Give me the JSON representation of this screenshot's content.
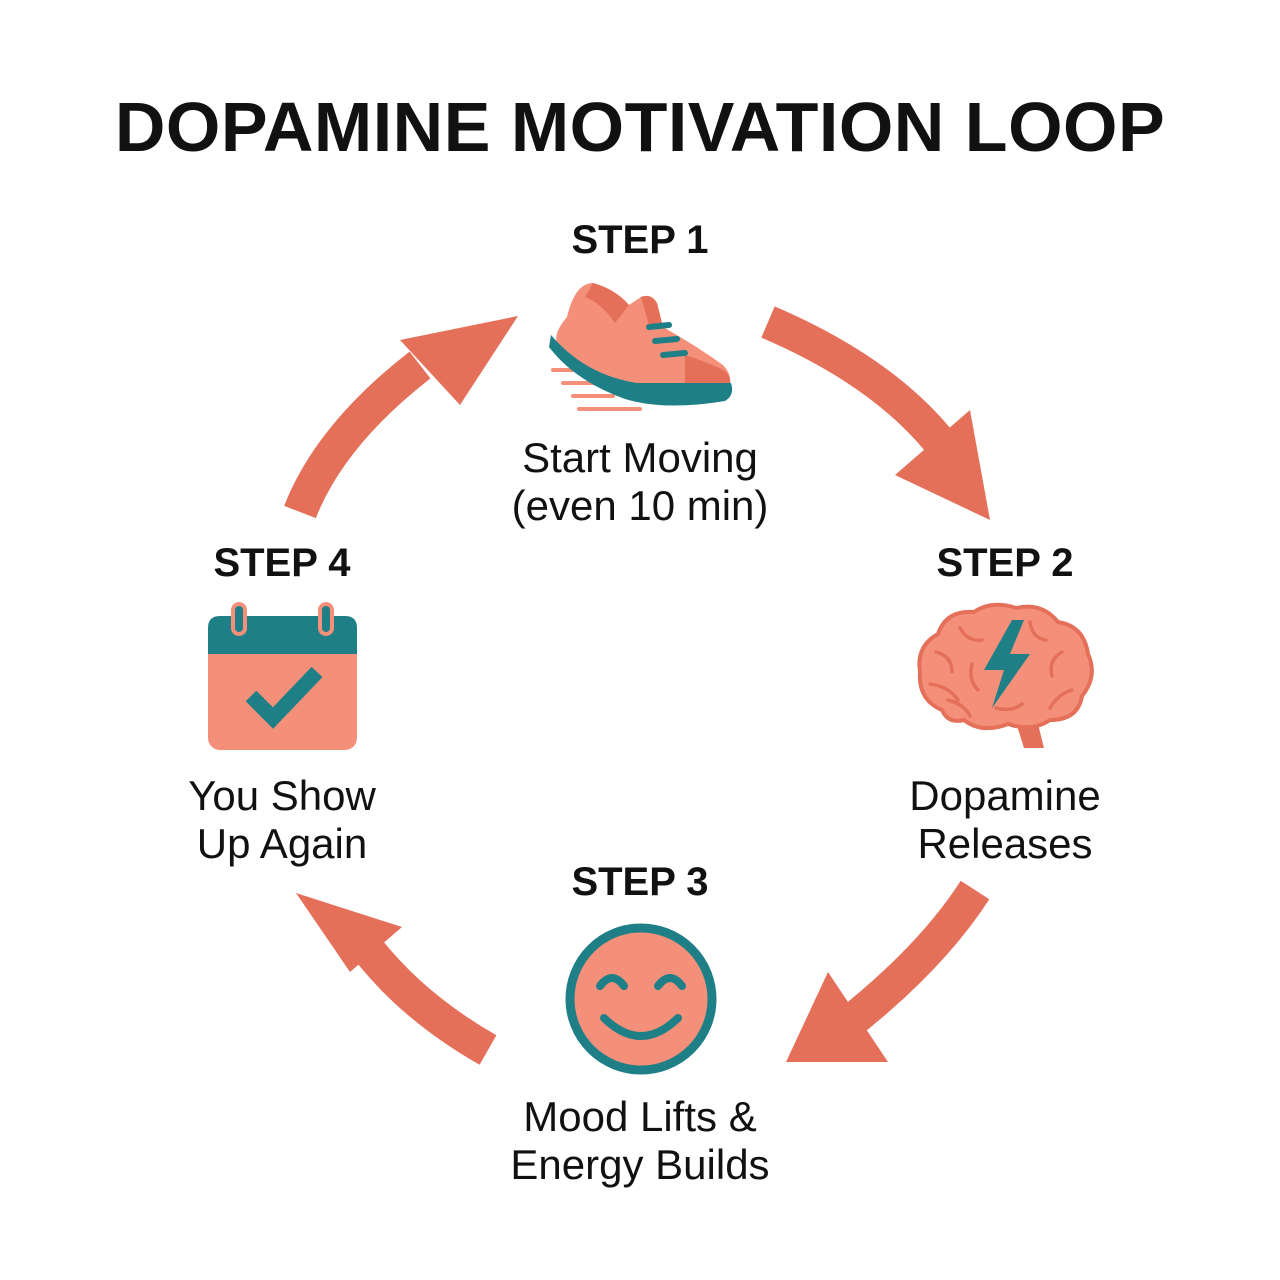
{
  "title": "DOPAMINE MOTIVATION LOOP",
  "colors": {
    "arrow": "#e5705a",
    "salmon": "#f4907a",
    "salmon_dark": "#e5705a",
    "teal": "#1e7f86",
    "text": "#111111"
  },
  "steps": [
    {
      "label": "STEP 1",
      "icon": "running-shoe-icon",
      "text_lines": [
        "Start Moving",
        "(even 10 min)"
      ]
    },
    {
      "label": "STEP 2",
      "icon": "brain-lightning-icon",
      "text_lines": [
        "Dopamine",
        "Releases"
      ]
    },
    {
      "label": "STEP 3",
      "icon": "smiley-face-icon",
      "text_lines": [
        "Mood Lifts &",
        "Energy Builds"
      ]
    },
    {
      "label": "STEP 4",
      "icon": "calendar-check-icon",
      "text_lines": [
        "You Show",
        "Up Again"
      ]
    }
  ]
}
